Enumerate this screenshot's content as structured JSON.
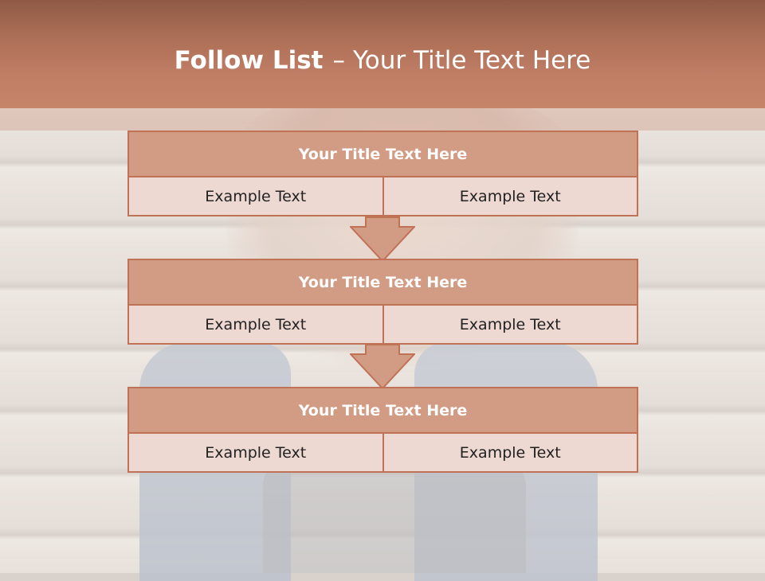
{
  "slide": {
    "title_bold": "Follow List",
    "title_dash": "–",
    "title_rest": "Your Title Text Here"
  },
  "blocks": [
    {
      "title": "Your Title Text Here",
      "left": "Example Text",
      "right": "Example Text"
    },
    {
      "title": "Your Title Text Here",
      "left": "Example Text",
      "right": "Example Text"
    },
    {
      "title": "Your Title Text Here",
      "left": "Example Text",
      "right": "Example Text"
    }
  ],
  "colors": {
    "header": "#c07e65",
    "block_title_fill": "#d29b83",
    "block_row_fill": "#edd8d2",
    "border": "#c07257"
  },
  "icons": [
    "down-arrow-icon",
    "down-arrow-icon"
  ]
}
